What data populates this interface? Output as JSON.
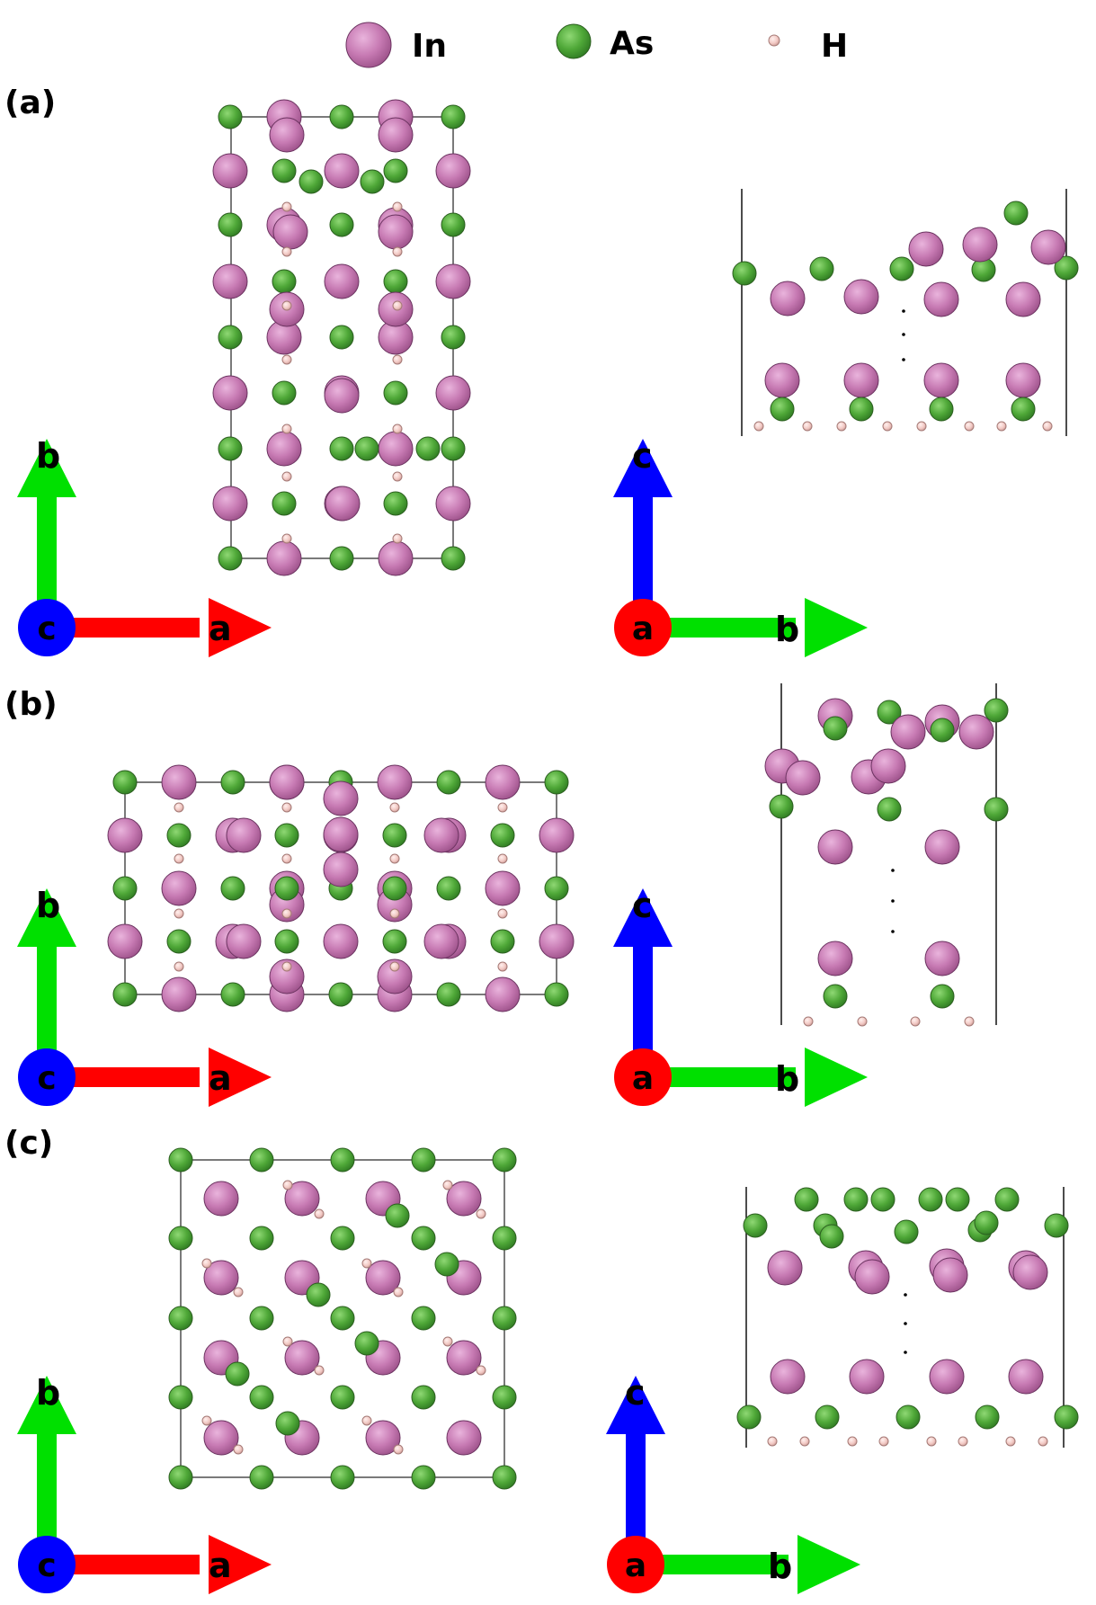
{
  "legend": [
    {
      "label": "In",
      "color": "#c77ab3"
    },
    {
      "label": "As",
      "color": "#4fa838"
    },
    {
      "label": "H",
      "color": "#f2c9c4"
    }
  ],
  "panels": [
    {
      "label": "(a)"
    },
    {
      "label": "(b)"
    },
    {
      "label": "(c)"
    }
  ],
  "axes": {
    "top_view": {
      "vertical": "b",
      "horizontal": "a",
      "origin": "c"
    },
    "side_view": {
      "vertical": "c",
      "horizontal": "b",
      "origin": "a"
    }
  },
  "colors": {
    "In": "#c77ab3",
    "As": "#4fa838",
    "H": "#f2c9c4",
    "axis_a": "#ff0000",
    "axis_b": "#00e000",
    "axis_c": "#0000ff"
  }
}
